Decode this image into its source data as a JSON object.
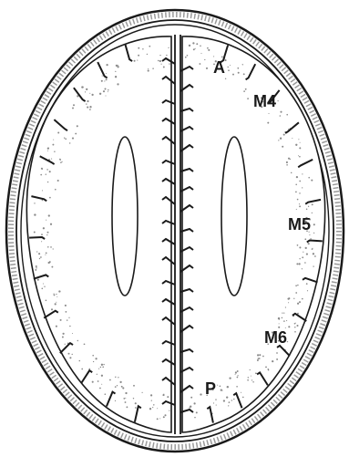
{
  "labels": {
    "a": "A",
    "m4": "M4",
    "m5": "M5",
    "m6": "M6",
    "p": "P"
  },
  "colors": {
    "ink": "#1a1a1a",
    "paper": "#ffffff",
    "stipple": "#8a8a8a"
  }
}
